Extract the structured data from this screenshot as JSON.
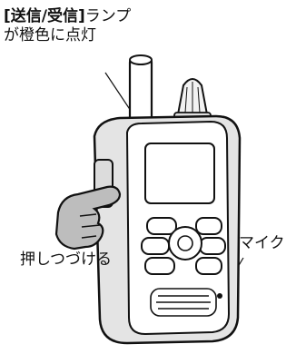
{
  "callouts": {
    "lamp_key_bracketed": "[送信/受信]",
    "lamp_rest": "ランプ",
    "lamp_line2": "が橙色に点灯",
    "push_label": "押しつづける",
    "mic_label": "マイク"
  },
  "colors": {
    "lamp": "#e8871e",
    "outline": "#111111",
    "body_gray": "#d9d9d9",
    "hand_gray": "#bdbdbd"
  },
  "icons": {
    "hand": "pointing-hand-icon"
  }
}
